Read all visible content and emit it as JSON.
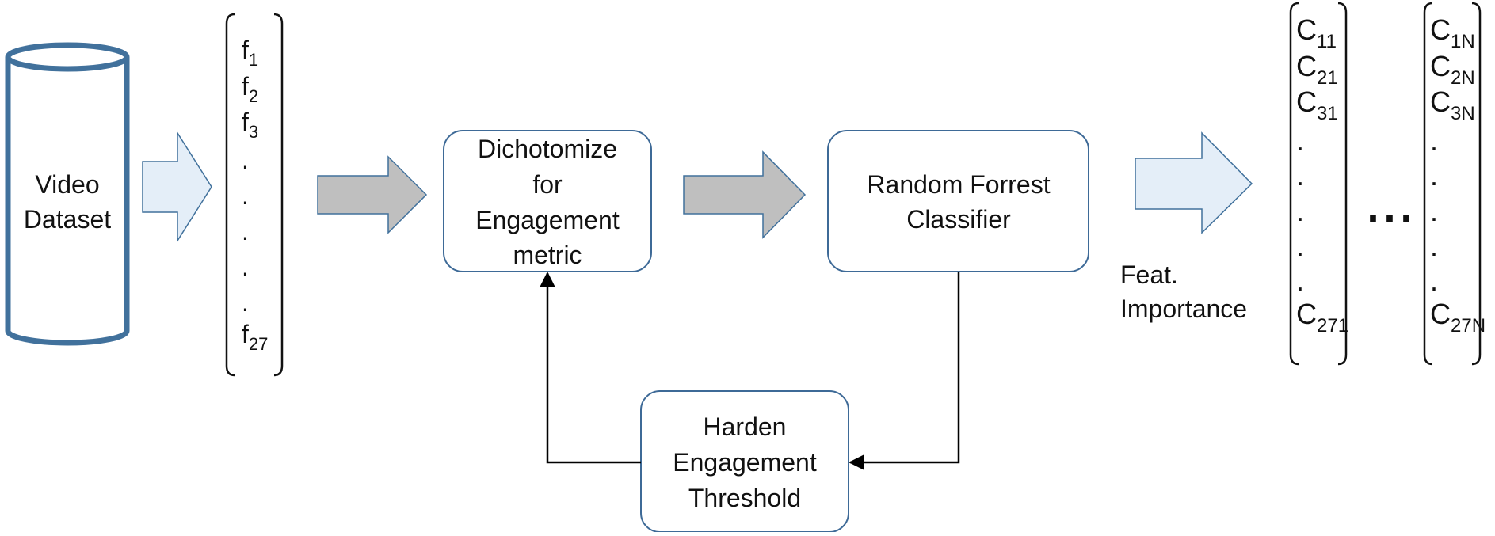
{
  "colors": {
    "cylinder_stroke": "#41719c",
    "arrow_light_fill": "#e4eef8",
    "arrow_dark_fill": "#bfbfbf",
    "arrow_stroke": "#41719c",
    "box_stroke": "#3e6a97",
    "connector": "#000000"
  },
  "dataset": {
    "line1": "Video",
    "line2": "Dataset"
  },
  "features": {
    "items": [
      {
        "base": "f",
        "sub": "1"
      },
      {
        "base": "f",
        "sub": "2"
      },
      {
        "base": "f",
        "sub": "3"
      },
      {
        "base": ".",
        "sub": ""
      },
      {
        "base": ".",
        "sub": ""
      },
      {
        "base": ".",
        "sub": ""
      },
      {
        "base": ".",
        "sub": ""
      },
      {
        "base": ".",
        "sub": ""
      },
      {
        "base": "f",
        "sub": "27"
      }
    ]
  },
  "dichotomize": {
    "lines": [
      "Dichotomize",
      "for",
      "Engagement",
      "metric"
    ]
  },
  "classifier": {
    "lines": [
      "Random Forrest",
      "Classifier"
    ]
  },
  "harden": {
    "lines": [
      "Harden",
      "Engagement",
      "Threshold"
    ]
  },
  "feat_importance": {
    "line1": "Feat.",
    "line2": "Importance"
  },
  "ellipsis": "...",
  "matrix_first": {
    "items": [
      {
        "base": "C",
        "sub": "11"
      },
      {
        "base": "C",
        "sub": "21"
      },
      {
        "base": "C",
        "sub": "31"
      },
      {
        "base": ".",
        "sub": ""
      },
      {
        "base": ".",
        "sub": ""
      },
      {
        "base": ".",
        "sub": ""
      },
      {
        "base": ".",
        "sub": ""
      },
      {
        "base": ".",
        "sub": ""
      },
      {
        "base": "C",
        "sub": "271"
      }
    ]
  },
  "matrix_last": {
    "items": [
      {
        "base": "C",
        "sub": "1N"
      },
      {
        "base": "C",
        "sub": "2N"
      },
      {
        "base": "C",
        "sub": "3N"
      },
      {
        "base": ".",
        "sub": ""
      },
      {
        "base": ".",
        "sub": ""
      },
      {
        "base": ".",
        "sub": ""
      },
      {
        "base": ".",
        "sub": ""
      },
      {
        "base": ".",
        "sub": ""
      },
      {
        "base": "C",
        "sub": "27N"
      }
    ]
  }
}
